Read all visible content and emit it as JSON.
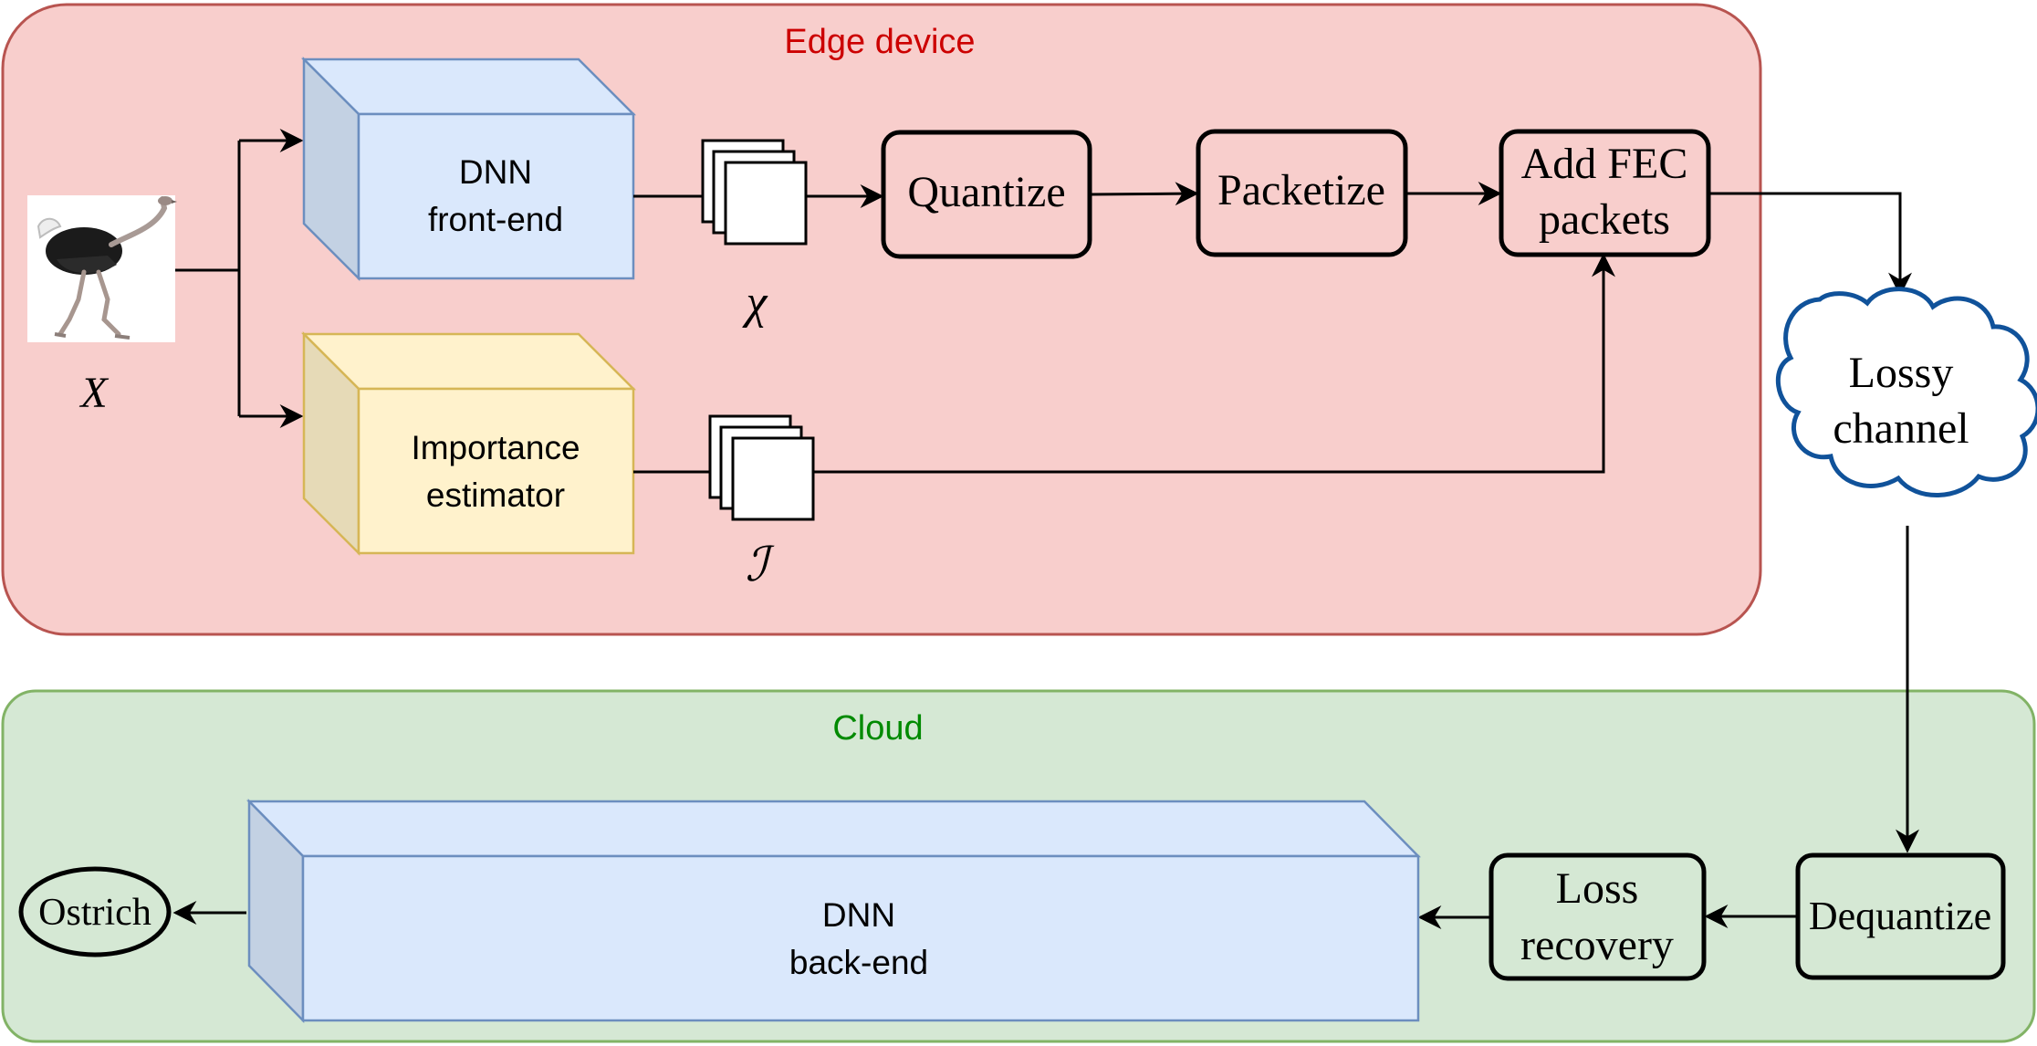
{
  "edge": {
    "title": "Edge device",
    "title_color": "#CC0000",
    "fill": "#F8CECC",
    "stroke": "#B85450"
  },
  "cloud": {
    "title": "Cloud",
    "title_color": "#008A00",
    "fill": "#D5E8D4",
    "stroke": "#82B366"
  },
  "input": {
    "label": "X"
  },
  "front_end": {
    "line1": "DNN",
    "line2": "front-end"
  },
  "importance": {
    "line1": "Importance",
    "line2": "estimator"
  },
  "features": {
    "label": "χ"
  },
  "importance_maps": {
    "label": "ℐ"
  },
  "quantize": {
    "label": "Quantize"
  },
  "packetize": {
    "label": "Packetize"
  },
  "fec": {
    "line1": "Add FEC",
    "line2": "packets"
  },
  "channel": {
    "line1": "Lossy",
    "line2": "channel"
  },
  "dequantize": {
    "label": "Dequantize"
  },
  "loss_recovery": {
    "line1": "Loss",
    "line2": "recovery"
  },
  "back_end": {
    "line1": "DNN",
    "line2": "back-end"
  },
  "output": {
    "label": "Ostrich"
  },
  "colors": {
    "blue_fill": "#DAE8FC",
    "blue_stroke": "#6C8EBF",
    "yellow_fill": "#FFF2CC",
    "yellow_stroke": "#D6B656",
    "cloud_stroke": "#10529A"
  }
}
